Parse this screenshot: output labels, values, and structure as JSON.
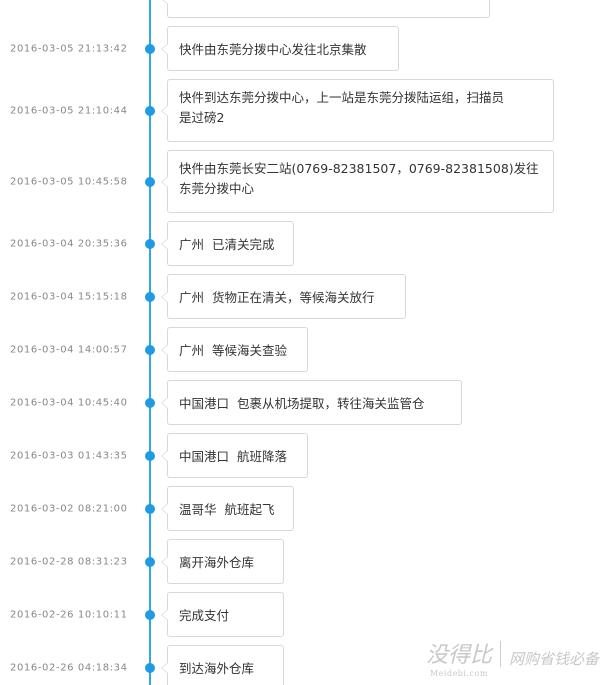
{
  "timeline": {
    "entries": [
      {
        "time": "2016-03-05  21:13:42",
        "text": "快件由东莞分拨中心发往北京集散"
      },
      {
        "time": "2016-03-05  21:10:44",
        "text": "快件到达东莞分拨中心，上一站是东莞分拨陆运组，扫描员\n是过磅2"
      },
      {
        "time": "2016-03-05  10:45:58",
        "text": "快件由东莞长安二站(0769-82381507，0769-82381508)发往\n东莞分拨中心"
      },
      {
        "time": "2016-03-04  20:35:36",
        "text": "广州  已清关完成"
      },
      {
        "time": "2016-03-04  15:15:18",
        "text": "广州  货物正在清关，等候海关放行"
      },
      {
        "time": "2016-03-04  14:00:57",
        "text": "广州  等候海关查验"
      },
      {
        "time": "2016-03-04  10:45:40",
        "text": "中国港口  包裹从机场提取，转往海关监管仓"
      },
      {
        "time": "2016-03-03  01:43:35",
        "text": "中国港口  航班降落"
      },
      {
        "time": "2016-03-02  08:21:00",
        "text": "温哥华  航班起飞"
      },
      {
        "time": "2016-02-28  08:31:23",
        "text": "离开海外仓库"
      },
      {
        "time": "2016-02-26  10:10:11",
        "text": "完成支付"
      },
      {
        "time": "2016-02-26  04:18:34",
        "text": "到达海外仓库"
      }
    ]
  },
  "watermark": {
    "logo": "没得比",
    "sub": "Meidebi.com",
    "slogan": "网购省钱必备"
  }
}
